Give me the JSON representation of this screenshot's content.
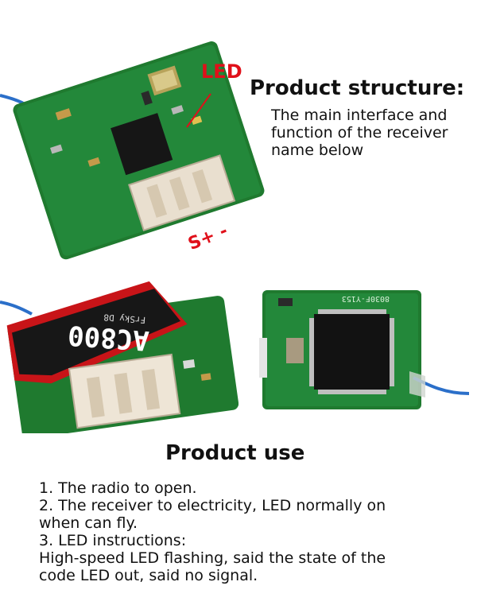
{
  "labels": {
    "led": "LED",
    "pins": "S+ -"
  },
  "structure": {
    "title": "Product structure:",
    "desc_line1": "The main interface and",
    "desc_line2": "function of the receiver",
    "desc_line3": "name below"
  },
  "board_markings": {
    "brand_model": "AC800",
    "sub": "FrSky D8",
    "chip_text": "8030F-Y153"
  },
  "use": {
    "title": "Product use",
    "line1": "1. The radio to open.",
    "line2": "2. The receiver to electricity, LED normally on",
    "line3": " when can fly.",
    "line4": "3. LED instructions:",
    "line5": "High-speed LED flashing, said the state of the",
    "line6": "code LED out, said no signal."
  },
  "colors": {
    "pcb_green": "#1f7a2f",
    "led_red": "#e0101a",
    "antenna_blue": "#2b6fc9"
  }
}
